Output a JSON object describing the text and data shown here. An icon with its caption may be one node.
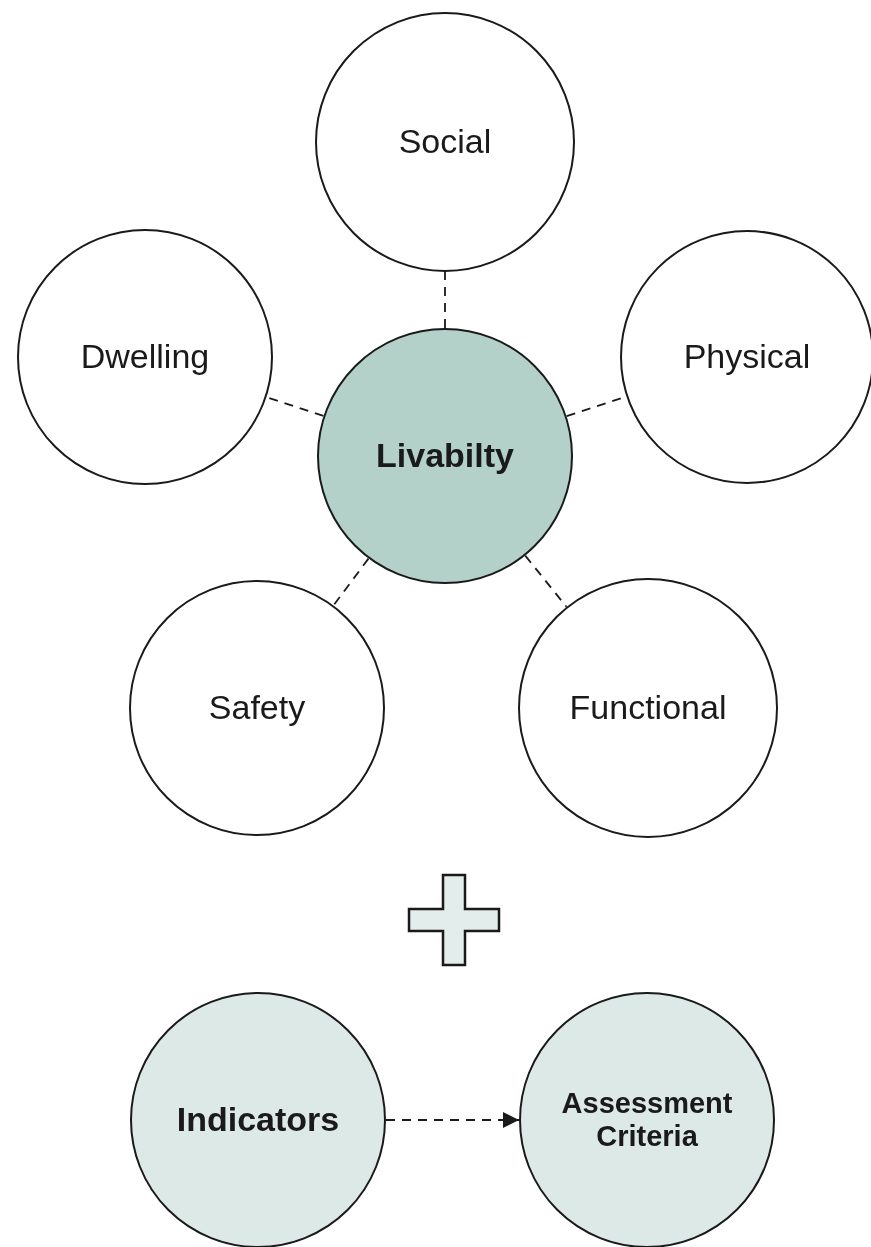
{
  "diagram": {
    "nodes": [
      {
        "text": [
          "Social"
        ]
      },
      {
        "text": [
          "Dwelling"
        ]
      },
      {
        "text": [
          "Physical"
        ]
      },
      {
        "text": [
          "Livabilty"
        ]
      },
      {
        "text": [
          "Safety"
        ]
      },
      {
        "text": [
          "Functional"
        ]
      },
      {
        "text": [
          "Indicators"
        ]
      },
      {
        "text": [
          "Assessment Criteria"
        ]
      }
    ],
    "edges": [
      {
        "from": 3,
        "to": 0,
        "arrow": "none",
        "style": "dashed"
      },
      {
        "from": 3,
        "to": 1,
        "arrow": "none",
        "style": "dashed"
      },
      {
        "from": 3,
        "to": 2,
        "arrow": "none",
        "style": "dashed"
      },
      {
        "from": 3,
        "to": 4,
        "arrow": "none",
        "style": "dashed"
      },
      {
        "from": 3,
        "to": 5,
        "arrow": "none",
        "style": "dashed"
      },
      {
        "from": 6,
        "to": 7,
        "arrow": "to",
        "style": "dashed"
      }
    ]
  }
}
